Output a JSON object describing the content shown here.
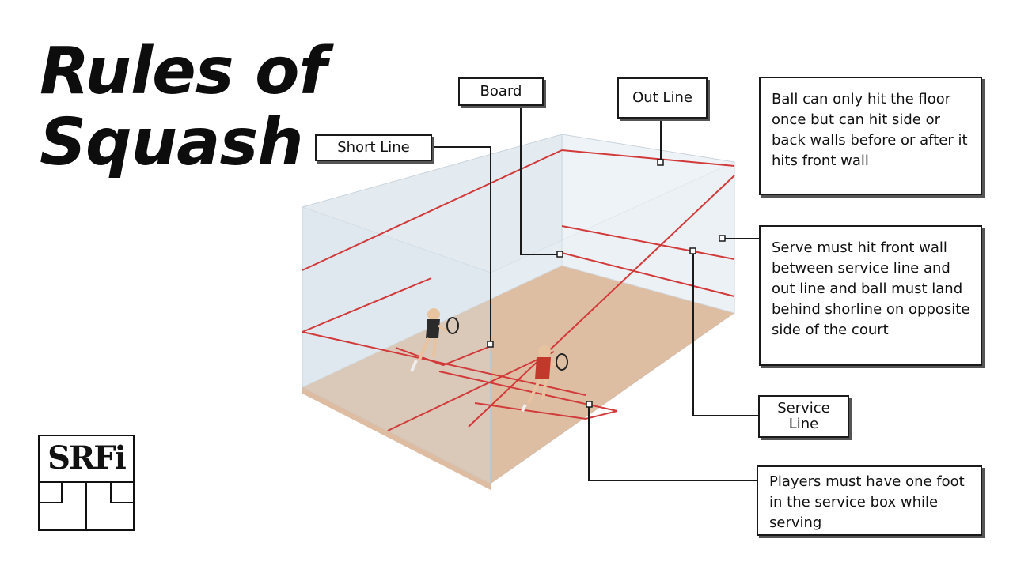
{
  "title": {
    "line1": "Rules of",
    "line2": "Squash"
  },
  "labels": {
    "short_line": "Short Line",
    "board": "Board",
    "out_line": "Out Line",
    "service_line_1": "Service",
    "service_line_2": "Line"
  },
  "notes": {
    "floor_rule": "Ball can only hit the floor once but can hit side or back walls before or after it hits front wall",
    "serve_rule": "Serve must hit front wall between service line and out line and ball must land behind shorline on opposite side of the court",
    "foot_rule": "Players must have one foot in the service box while serving"
  },
  "logo": {
    "text": "SRFi"
  },
  "colors": {
    "court_line": "#d23a3a",
    "floor": "#d8a478",
    "glass": "#e6eef4",
    "text": "#111111"
  }
}
